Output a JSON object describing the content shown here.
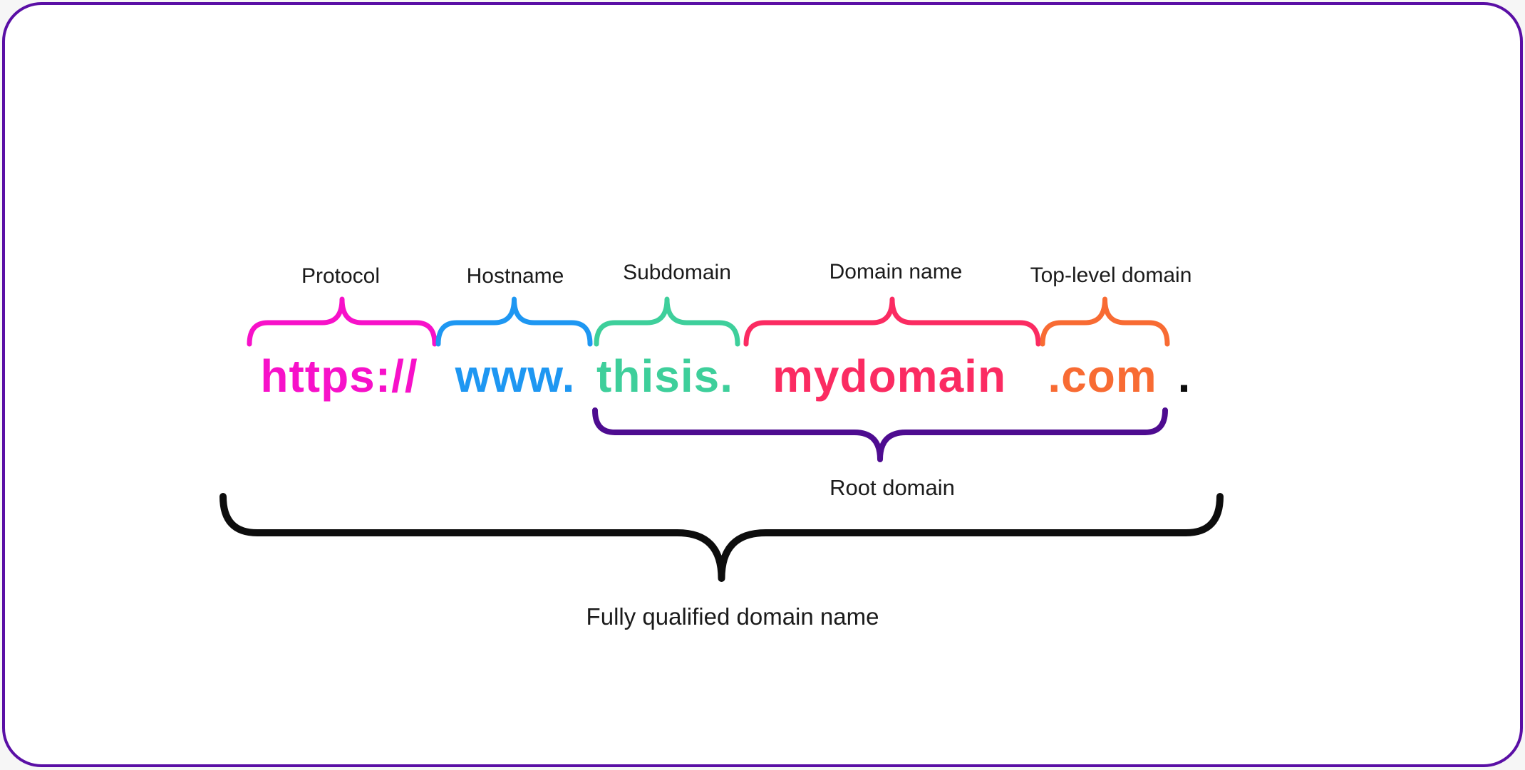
{
  "page": {
    "background": "#f6f6f6"
  },
  "card": {
    "background": "#ffffff",
    "border_color": "#5a0fa5"
  },
  "diagram": {
    "url_parts": [
      {
        "label": "Protocol",
        "text": "https://",
        "color": "#f711c9"
      },
      {
        "label": "Hostname",
        "text": "www.",
        "color": "#1e97f2"
      },
      {
        "label": "Subdomain",
        "text": "thisis.",
        "color": "#3ecf9b"
      },
      {
        "label": "Domain name",
        "text": "mydomain",
        "color": "#fb2b62"
      },
      {
        "label": "Top-level domain",
        "text": ".com",
        "color": "#f86b33"
      }
    ],
    "trailing_dot": {
      "text": ".",
      "color": "#0d0d0d"
    },
    "root_domain": {
      "label": "Root domain",
      "brace_color": "#4e0c90"
    },
    "fqdn": {
      "label": "Fully qualified domain name",
      "brace_color": "#0d0d0d"
    },
    "label_color": "#1b1b1b"
  }
}
